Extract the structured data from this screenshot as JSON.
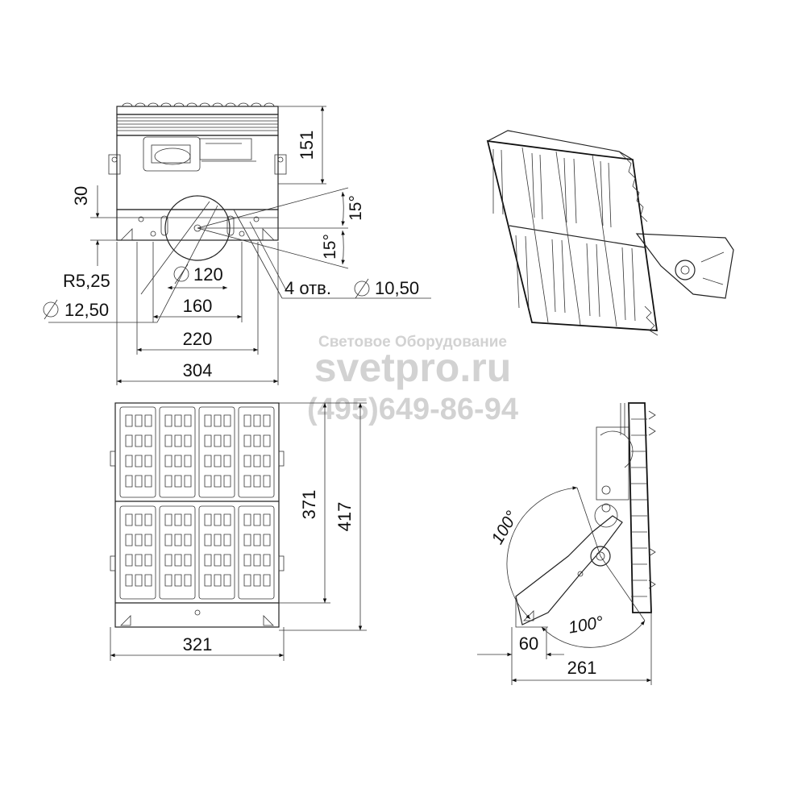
{
  "watermark": {
    "company": "Световое Оборудование",
    "site": "svetpro.ru",
    "phone": "(495)649-86-94"
  },
  "top_view": {
    "dim_height": "151",
    "dim_offset": "30",
    "angle_up": "15°",
    "angle_down": "15°",
    "radius": "R5,25",
    "dia_small": "12,50",
    "dia_circle": "120",
    "holes": "4 отв.",
    "holes_dia": "10,50",
    "dim_160": "160",
    "dim_220": "220",
    "width": "304"
  },
  "front_view": {
    "dim_371": "371",
    "dim_417": "417",
    "width": "321"
  },
  "side_view": {
    "angle_top": "100°",
    "angle_bottom": "100°",
    "dim_60": "60",
    "dim_261": "261"
  }
}
